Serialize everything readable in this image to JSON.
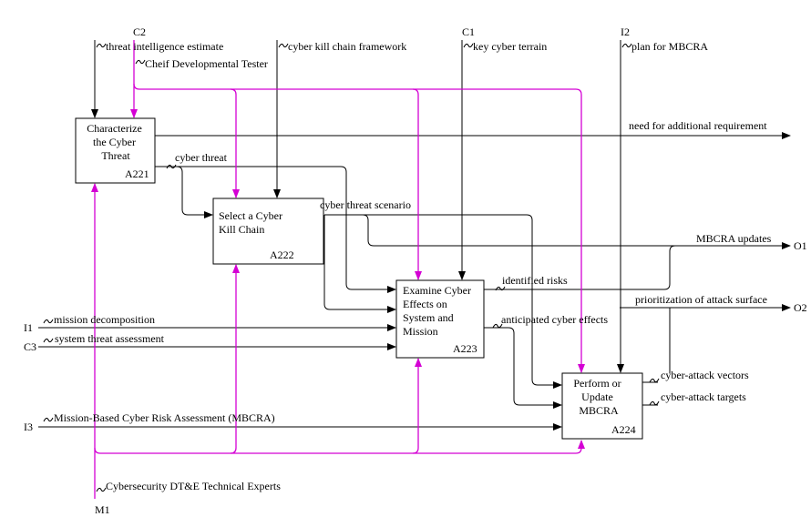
{
  "colors": {
    "mechanism": "#d400d4",
    "lines": "#000000",
    "background": "#ffffff"
  },
  "boundary": {
    "C2": "C2",
    "C1": "C1",
    "I2": "I2",
    "I1": "I1",
    "C3": "C3",
    "I3": "I3",
    "M1": "M1",
    "O1": "O1",
    "O2": "O2"
  },
  "activities": {
    "a221": {
      "lines": [
        "Characterize",
        "the Cyber",
        "Threat"
      ],
      "id": "A221"
    },
    "a222": {
      "lines": [
        "Select a Cyber",
        "Kill Chain"
      ],
      "id": "A222"
    },
    "a223": {
      "lines": [
        "Examine Cyber",
        "Effects on",
        "System and",
        "Mission"
      ],
      "id": "A223"
    },
    "a224": {
      "lines": [
        "Perform or",
        "Update",
        "MBCRA"
      ],
      "id": "A224"
    }
  },
  "arrows": {
    "threat_intel": "threat intelligence estimate",
    "chief_dev_tester": "Cheif Developmental Tester",
    "kill_chain_framework": "cyber kill chain framework",
    "key_cyber_terrain": "key cyber terrain",
    "plan_for_mbcra": "plan for MBCRA",
    "need_additional_req": "need for additional requirement",
    "cyber_threat": "cyber threat",
    "cyber_threat_scenario": "cyber threat scenario",
    "mbcra_updates": "MBCRA updates",
    "identified_risks": "identified risks",
    "prioritization": "prioritization of attack surface",
    "mission_decomposition": "mission decomposition",
    "anticipated_effects": "anticipated cyber effects",
    "system_threat_assessment": "system threat assessment",
    "attack_vectors": "cyber-attack vectors",
    "attack_targets": "cyber-attack targets",
    "mbcra_input": "Mission-Based Cyber Risk Assessment (MBCRA)",
    "dte_experts": "Cybersecurity DT&E Technical Experts"
  }
}
